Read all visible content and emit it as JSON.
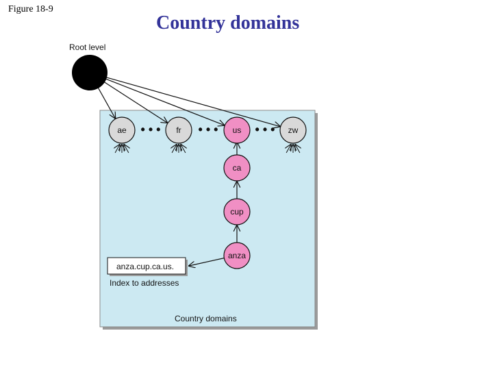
{
  "figure_label": "Figure 18-9",
  "title": "Country domains",
  "colors": {
    "title": "#333399",
    "panel_fill": "#cce9f2",
    "panel_border": "#8a8a8a",
    "root_fill": "#000000",
    "gray_node": "#d9d9d9",
    "pink_node": "#f08fc4",
    "edge": "#111111"
  },
  "diagram": {
    "root_label": "Root level",
    "top_nodes": [
      "ae",
      "fr",
      "us",
      "zw"
    ],
    "separator": "• • •",
    "chain_nodes": [
      "ca",
      "cup",
      "anza"
    ],
    "address_box": "anza.cup.ca.us.",
    "address_caption": "Index to addresses",
    "panel_caption": "Country domains"
  }
}
